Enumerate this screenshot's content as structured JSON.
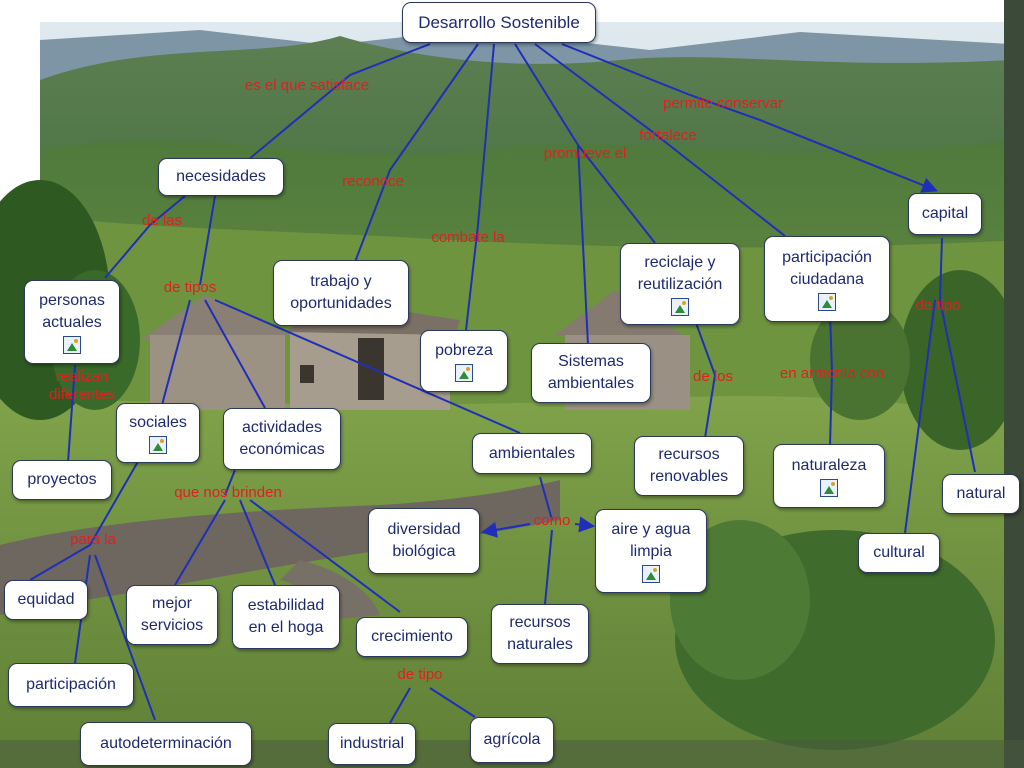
{
  "colors": {
    "link": "#1f2fb8",
    "link_label": "#e02020",
    "node_text": "#1e2a6e",
    "node_border": "#2b3a5c",
    "node_bg": "#ffffff"
  },
  "photo_icon": "image-icon",
  "concept_map": {
    "root": "Desarrollo Sostenible",
    "nodes": {
      "root": "Desarrollo Sostenible",
      "necesidades": "necesidades",
      "personas_actuales": "personas\nactuales",
      "sociales": "sociales",
      "actividades_economicas": "actividades\neconómicas",
      "ambientales": "ambientales",
      "proyectos": "proyectos",
      "trabajo": "trabajo y\noportunidades",
      "pobreza": "pobreza",
      "sistemas": "Sistemas\nambientales",
      "reciclaje": "reciclaje y\nreutilización",
      "participacion_ciudadana": "participación\nciudadana",
      "capital": "capital",
      "recursos_renovables": "recursos\nrenovables",
      "naturaleza": "naturaleza",
      "natural": "natural",
      "cultural": "cultural",
      "diversidad": "diversidad\nbiológica",
      "aire_agua": "aire y agua\nlimpia",
      "recursos_naturales": "recursos\nnaturales",
      "equidad": "equidad",
      "mejor_servicios": "mejor\nservicios",
      "estabilidad": "estabilidad\nen el hoga",
      "crecimiento": "crecimiento",
      "participacion": "participación",
      "autodeterminacion": "autodeterminación",
      "industrial": "industrial",
      "agricola": "agrícola"
    },
    "link_labels": {
      "es_el_que_satisface": "es el que satisface",
      "permite_conservar": "permite conservar",
      "fortalece": "fortalece",
      "promueve_el": "promueve el",
      "reconoce": "reconoce",
      "combate_la": "combate la",
      "de_las": "de las",
      "de_tipos": "de tipos",
      "realizan_diferentes": "realizan\ndiferentes",
      "que_nos_brinden": "que nos brinden",
      "para_la": "para la",
      "como": "como",
      "de_los": "de los",
      "en_armonia_con": "en armonía con",
      "de_tipo_capital": "de tipo",
      "de_tipo_crec": "de tipo"
    }
  }
}
